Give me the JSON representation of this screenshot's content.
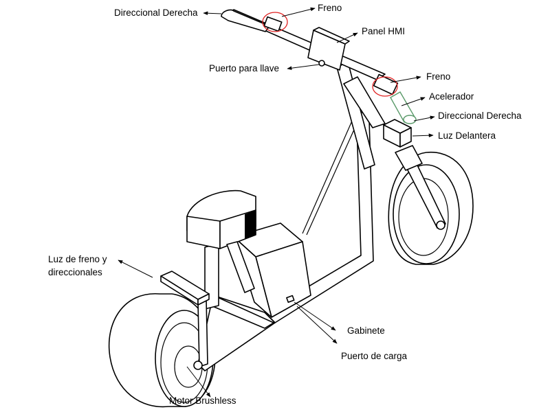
{
  "labels": {
    "direccional_derecha_top": "Direccional Derecha",
    "freno_top": "Freno",
    "panel_hmi": "Panel HMI",
    "puerto_llave": "Puerto para llave",
    "freno_right": "Freno",
    "acelerador": "Acelerador",
    "direccional_derecha_right": "Direccional Derecha",
    "luz_delantera": "Luz Delantera",
    "luz_freno_line1": "Luz de freno y",
    "luz_freno_line2": "direccionales",
    "gabinete": "Gabinete",
    "puerto_carga": "Puerto de carga",
    "motor_brushless": "Motor Brushless"
  },
  "colors": {
    "line": "#000000",
    "highlight_circle": "#e02020",
    "throttle": "#5a9a6a"
  }
}
